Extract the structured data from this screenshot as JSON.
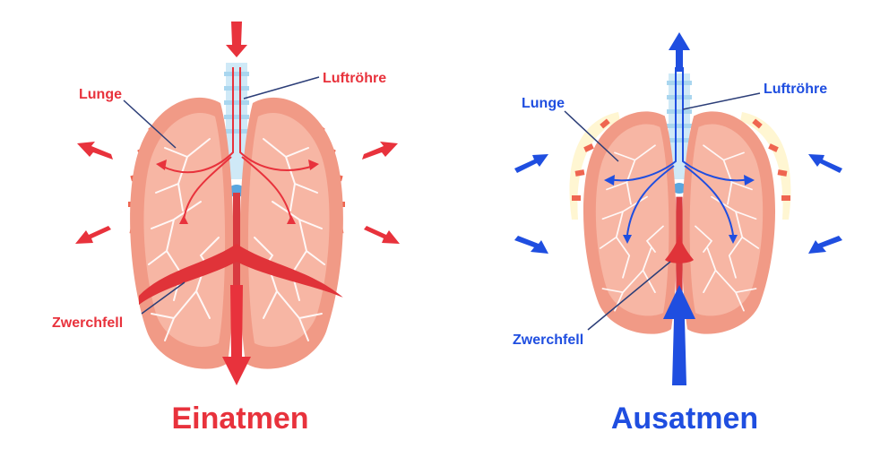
{
  "colors": {
    "inhale": "#e8323c",
    "exhale": "#1f4ee0",
    "lung_outer": "#f19a86",
    "lung_inner": "#f7b6a4",
    "lung_dark": "#e46d57",
    "diaphragm": "#e03339",
    "rib_fill": "#fff6d2",
    "rib_tick": "#ef6550",
    "trachea": "#cfe9f7",
    "vessel": "#e9424a",
    "branch": "#ffffff"
  },
  "inhale": {
    "title": "Einatmen",
    "labels": {
      "lunge": "Lunge",
      "luftroehre": "Luftröhre",
      "zwerchfell": "Zwerchfell"
    }
  },
  "exhale": {
    "title": "Ausatmen",
    "labels": {
      "lunge": "Lunge",
      "luftroehre": "Luftröhre",
      "zwerchfell": "Zwerchfell"
    }
  }
}
